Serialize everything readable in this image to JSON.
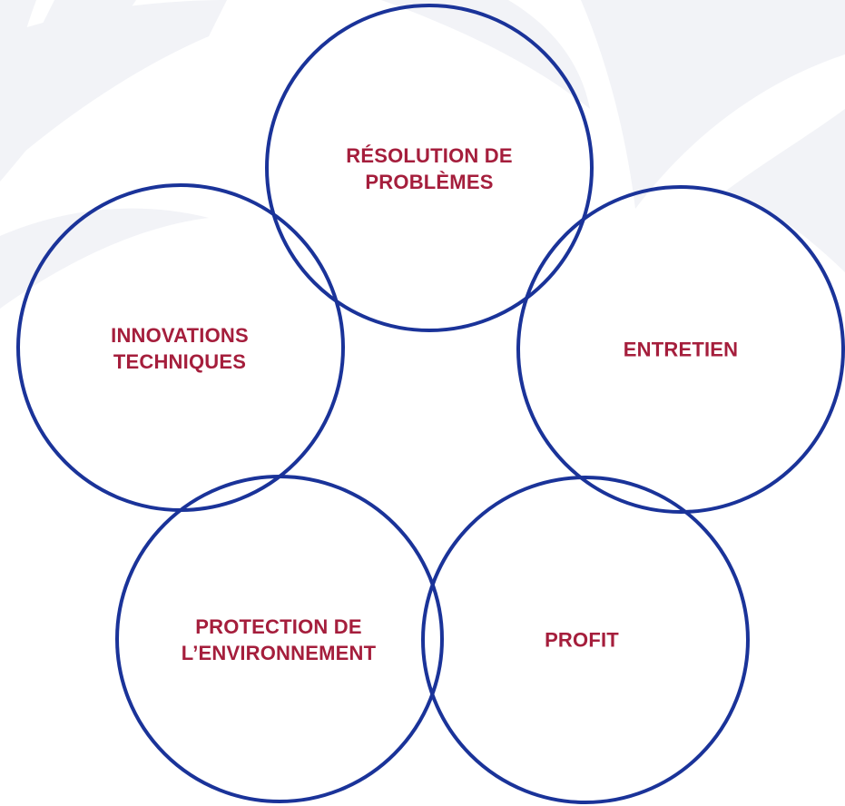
{
  "colors": {
    "circle_stroke": "#1a3399",
    "label_text": "#a51e3c",
    "watermark": "#f2f3f7"
  },
  "diagram": {
    "nodes": [
      {
        "id": "problem-solving",
        "lines": [
          "RÉSOLUTION DE",
          "PROBLÈMES"
        ]
      },
      {
        "id": "technical-innovations",
        "lines": [
          "INNOVATIONS",
          "TECHNIQUES"
        ]
      },
      {
        "id": "maintenance",
        "lines": [
          "ENTRETIEN"
        ]
      },
      {
        "id": "environment-protection",
        "lines": [
          "PROTECTION DE",
          "L’ENVIRONNEMENT"
        ]
      },
      {
        "id": "profit",
        "lines": [
          "PROFIT"
        ]
      }
    ]
  }
}
